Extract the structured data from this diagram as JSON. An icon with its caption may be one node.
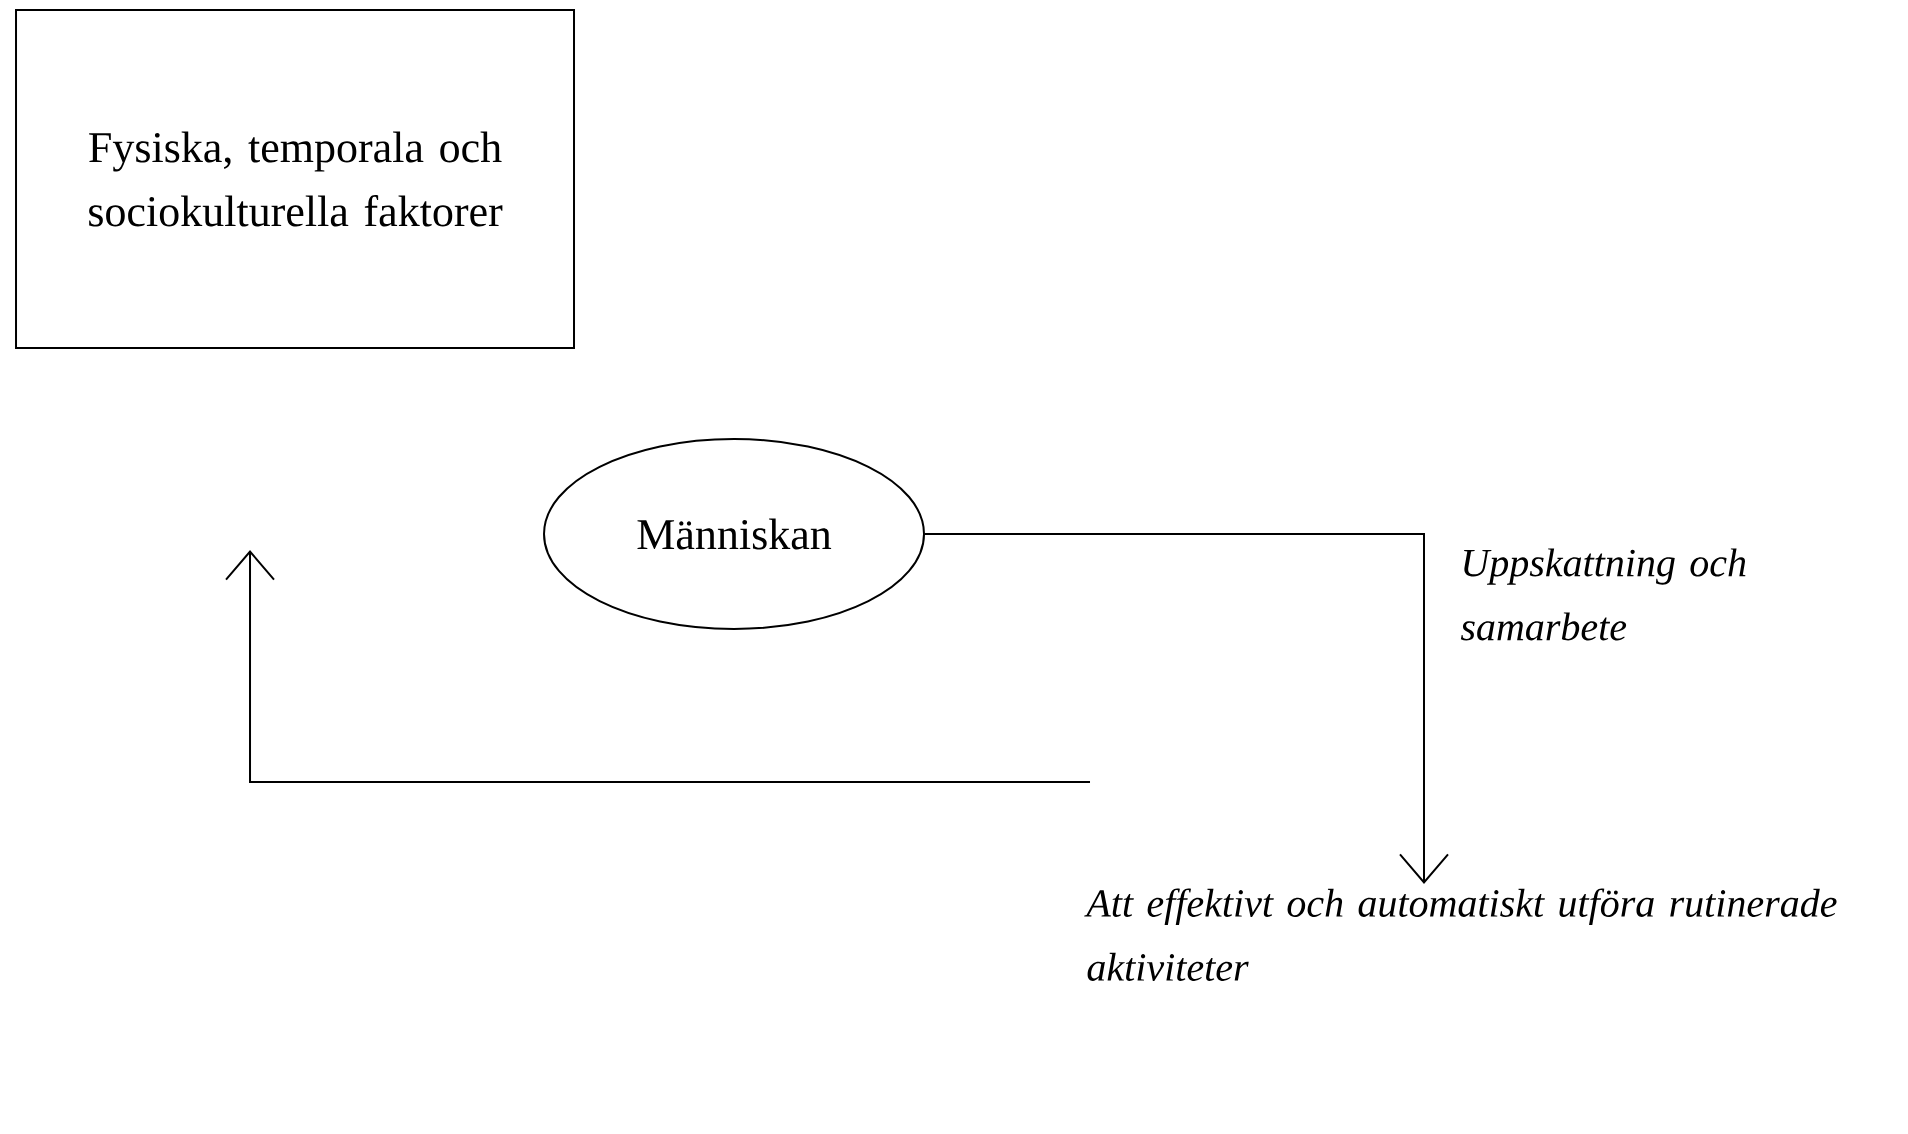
{
  "diagram": {
    "nodes": [
      {
        "text": [
          "Fysiska, temporala och sociokulturella faktorer"
        ]
      },
      {
        "text": [
          "Människan"
        ]
      },
      {
        "text": [
          "Att effektivt och automatiskt utföra rutinerade aktiviteter"
        ]
      }
    ],
    "edges": [
      {
        "from": 1,
        "to": 2,
        "arrow": "to",
        "label": "Uppskattning och samarbete"
      },
      {
        "from": 2,
        "to": null,
        "arrow": "to"
      }
    ]
  }
}
